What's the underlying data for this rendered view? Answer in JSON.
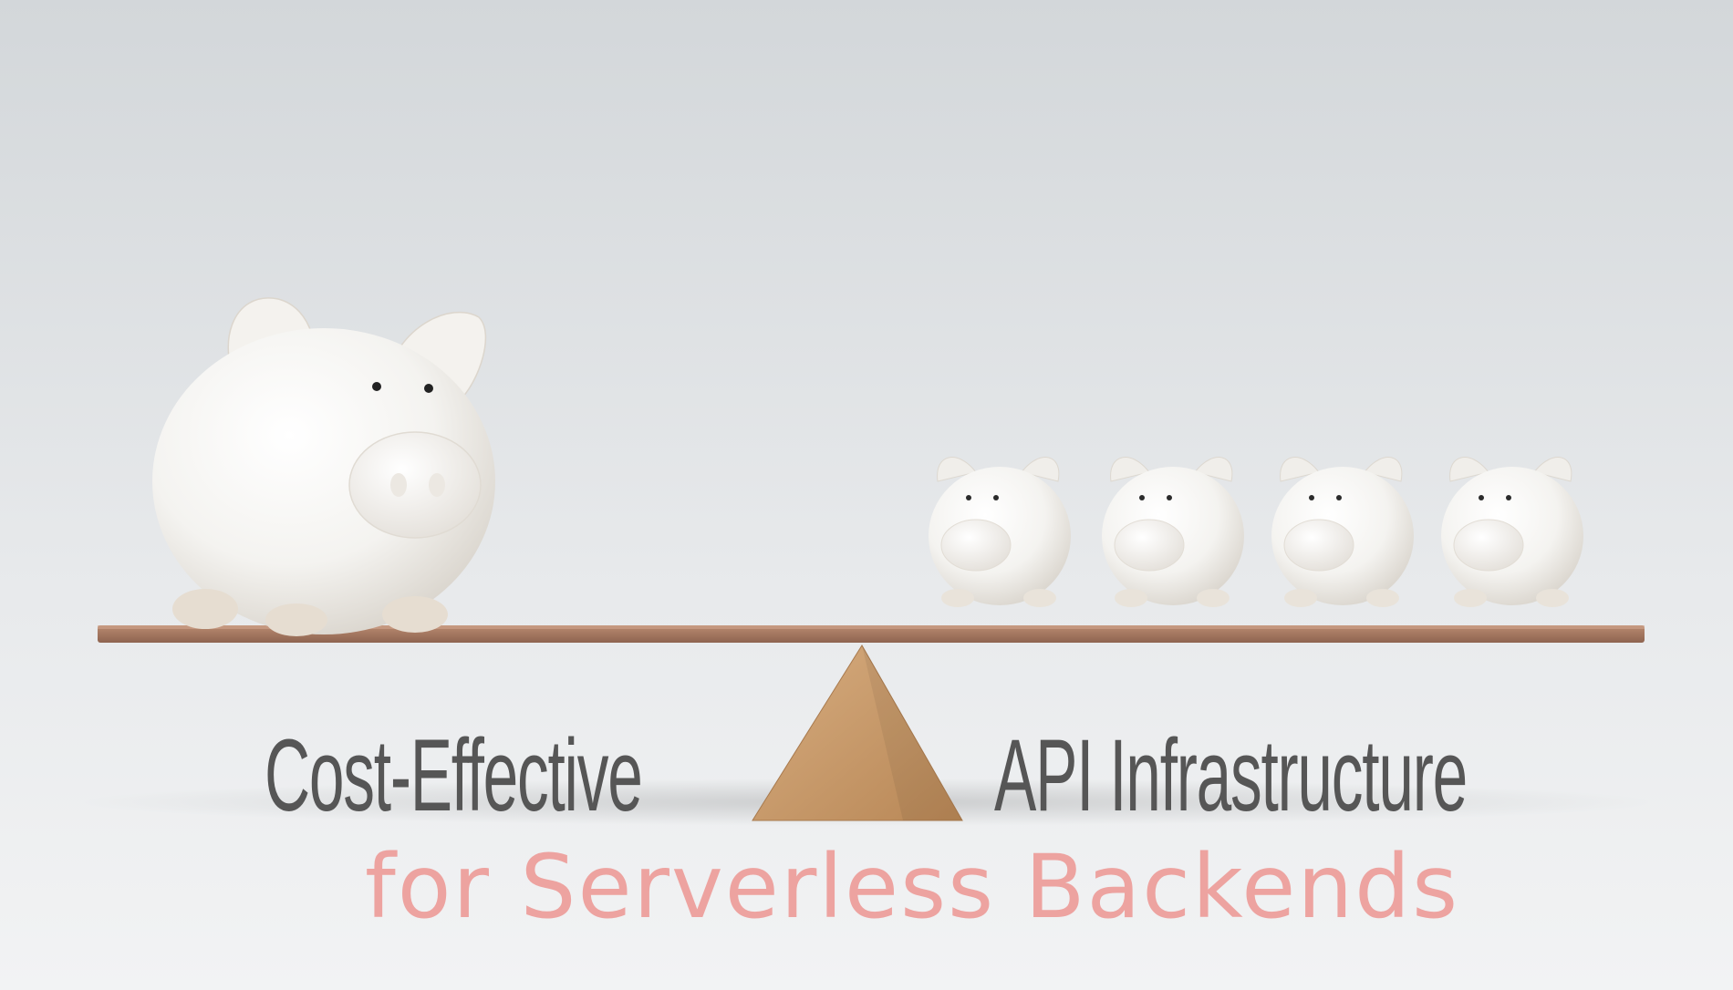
{
  "banner": {
    "title_left": "Cost-Effective",
    "title_right": "API Infrastructure",
    "subtitle": "for Serverless Backends"
  },
  "colors": {
    "background_top": "#d3d7da",
    "background_bottom": "#f2f3f4",
    "title": "#565656",
    "subtitle": "#eda3a0",
    "plank": "#a87c64",
    "fulcrum": "#c89a6c",
    "pig": "#f5f4f1"
  },
  "scene": {
    "large_pig_count": 1,
    "small_pig_count": 4
  }
}
